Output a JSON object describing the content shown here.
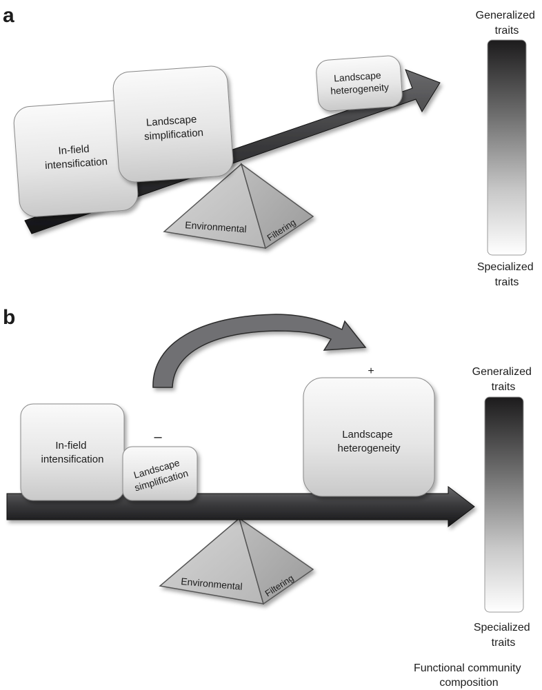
{
  "panel_a": {
    "label": "a",
    "blocks": {
      "in_field": [
        "In-field",
        "intensification"
      ],
      "simplification": [
        "Landscape",
        "simplification"
      ],
      "heterogeneity": [
        "Landscape",
        "heterogeneity"
      ]
    },
    "fulcrum": {
      "left": "Environmental",
      "right": "Filtering"
    },
    "scale": {
      "top": [
        "Generalized",
        "traits"
      ],
      "bottom": [
        "Specialized",
        "traits"
      ]
    }
  },
  "panel_b": {
    "label": "b",
    "blocks": {
      "in_field": [
        "In-field",
        "intensification"
      ],
      "simplification": [
        "Landscape",
        "simplification"
      ],
      "heterogeneity": [
        "Landscape",
        "heterogeneity"
      ]
    },
    "signs": {
      "minus": "–",
      "plus": "+"
    },
    "fulcrum": {
      "left": "Environmental",
      "right": "Filtering"
    },
    "scale": {
      "top": [
        "Generalized",
        "traits"
      ],
      "bottom": [
        "Specialized",
        "traits"
      ]
    },
    "caption": [
      "Functional community",
      "composition"
    ]
  },
  "colors": {
    "arrow": "#3a3a3c",
    "block_light": "#f4f4f4",
    "block_dark": "#bdbdbd",
    "curved_arrow": "#6f6f72"
  }
}
